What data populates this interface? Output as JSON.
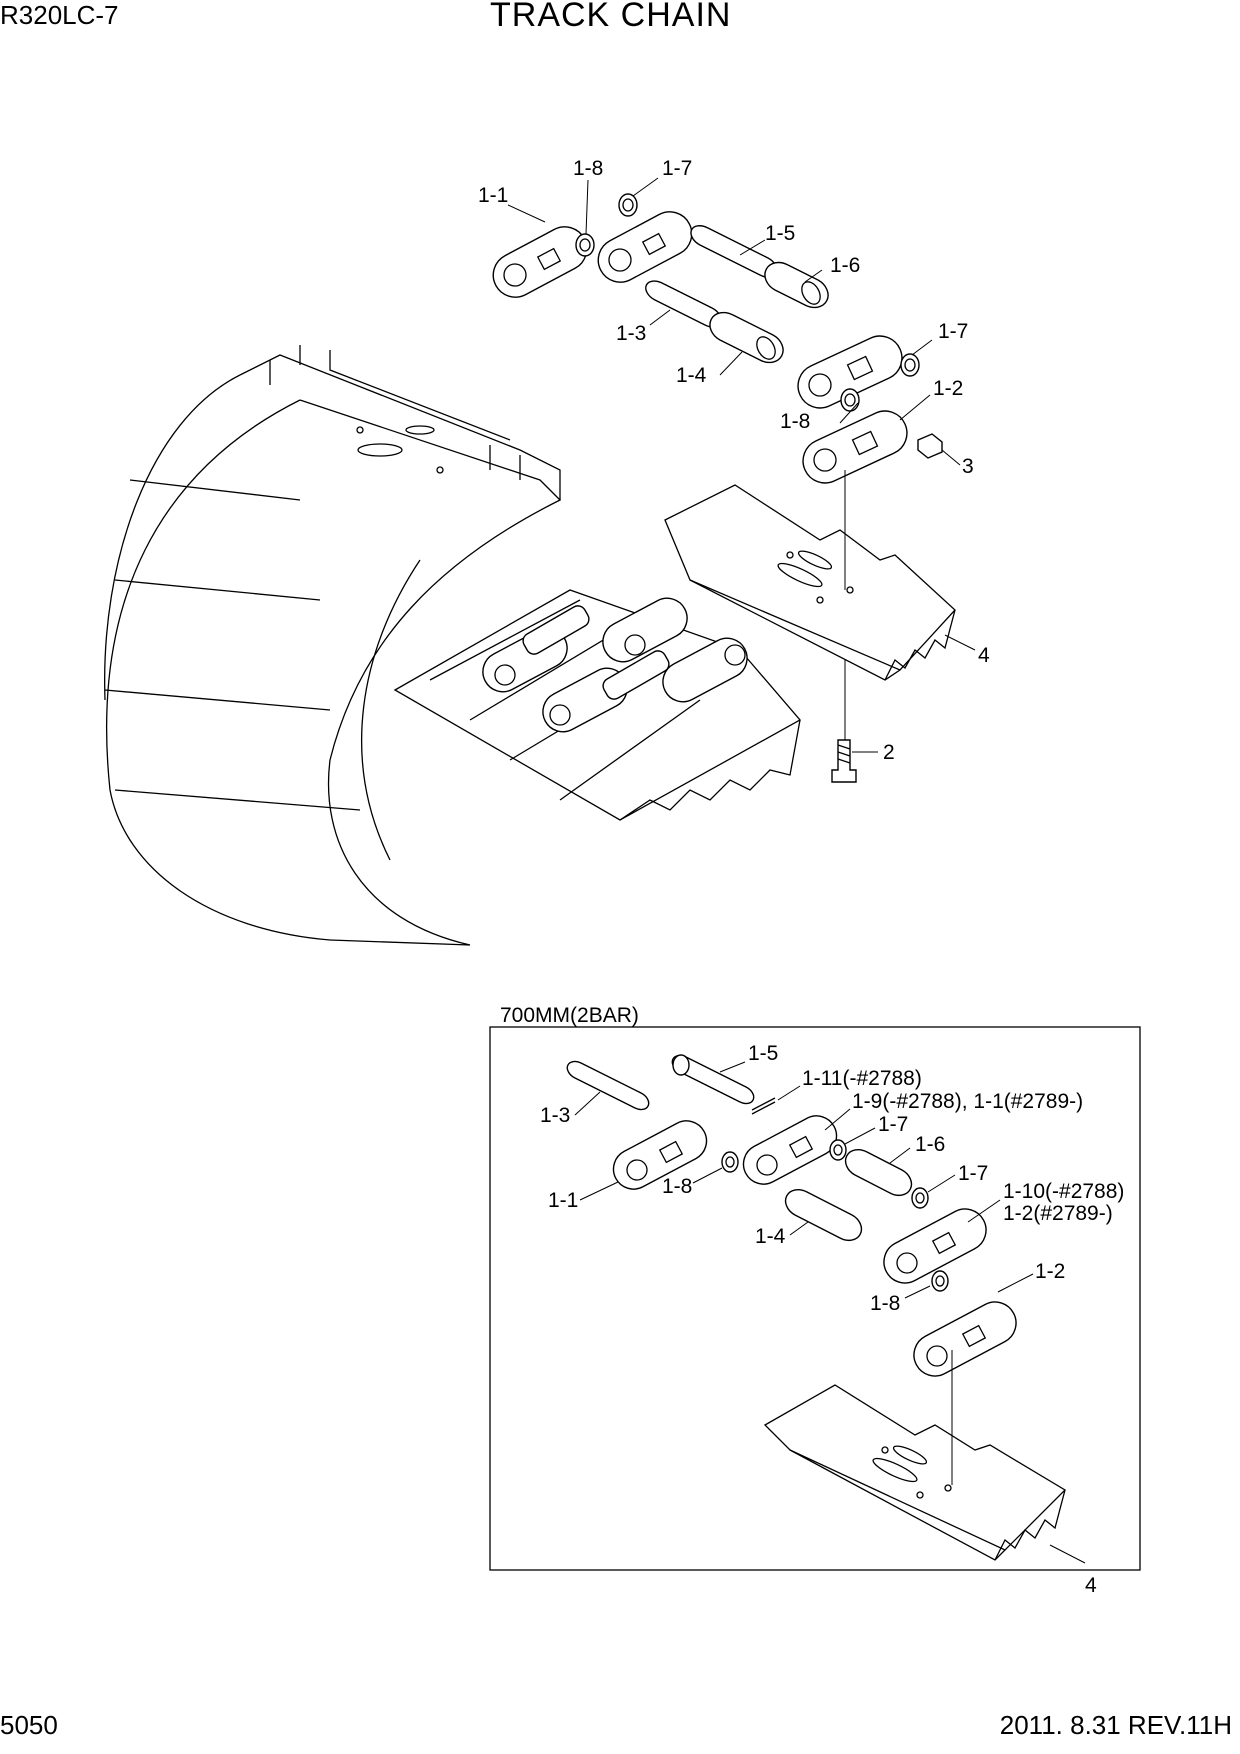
{
  "header": {
    "model": "R320LC-7",
    "title": "TRACK CHAIN"
  },
  "footer": {
    "page_number": "5050",
    "revision": "2011. 8.31  REV.11H"
  },
  "main_diagram": {
    "callouts": [
      "1-1",
      "1-8",
      "1-7",
      "1-5",
      "1-6",
      "1-3",
      "1-4",
      "1-7",
      "1-2",
      "1-8",
      "3",
      "4",
      "2"
    ]
  },
  "inset": {
    "caption": "700MM(2BAR)",
    "callouts": [
      "1-5",
      "1-11(-#2788)",
      "1-9(-#2788), 1-1(#2789-)",
      "1-3",
      "1-7",
      "1-6",
      "1-1",
      "1-8",
      "1-7",
      "1-10(-#2788)",
      "1-2(#2789-)",
      "1-4",
      "1-2",
      "1-8",
      "4"
    ]
  }
}
